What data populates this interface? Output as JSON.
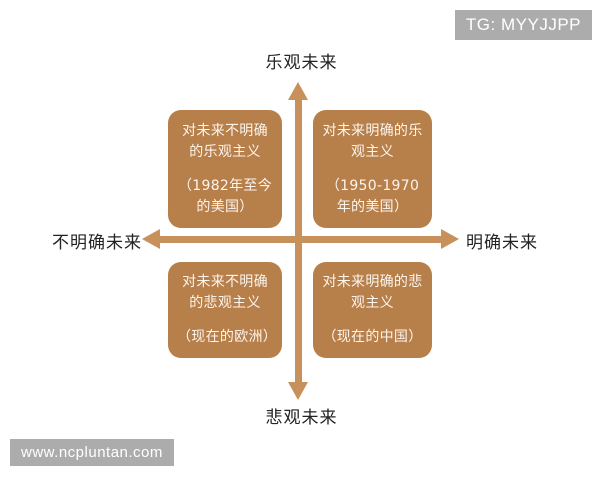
{
  "watermarks": {
    "telegram_badge": "TG: MYYJJPP",
    "site_badge": "www.ncpluntan.com",
    "badge_bg_color": "#acacac",
    "badge_text_color": "#ffffff"
  },
  "diagram": {
    "type": "2x2-quadrant-matrix",
    "axis_color": "#c8915c",
    "box_fill_color": "#b77f4a",
    "box_text_color": "#fdf4ec",
    "axes": {
      "vertical_top_label": "乐观未来",
      "vertical_bottom_label": "悲观未来",
      "horizontal_left_label": "不明确未来",
      "horizontal_right_label": "明确未来"
    },
    "quadrants": [
      {
        "position": "top-left",
        "title": "对未来不明确的乐观主义",
        "subtitle": "（1982年至今的美国）"
      },
      {
        "position": "top-right",
        "title": "对未来明确的乐观主义",
        "subtitle": "（1950-1970年的美国）"
      },
      {
        "position": "bottom-left",
        "title": "对未来不明确的悲观主义",
        "subtitle": "（现在的欧洲）"
      },
      {
        "position": "bottom-right",
        "title": "对未来明确的悲观主义",
        "subtitle": "（现在的中国）"
      }
    ]
  }
}
